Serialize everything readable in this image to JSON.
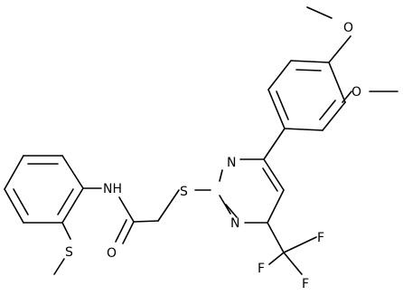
{
  "structure": {
    "atoms": {
      "o_top": "O",
      "o_right": "O",
      "n_ring_top": "N",
      "n_ring_bottom": "N",
      "s_thioether": "S",
      "nh_amide": "NH",
      "o_carbonyl": "O",
      "s_methyl": "S",
      "f_1": "F",
      "f_2": "F",
      "f_3": "F"
    },
    "colors": {
      "bond": "#000000",
      "background": "#ffffff"
    }
  }
}
